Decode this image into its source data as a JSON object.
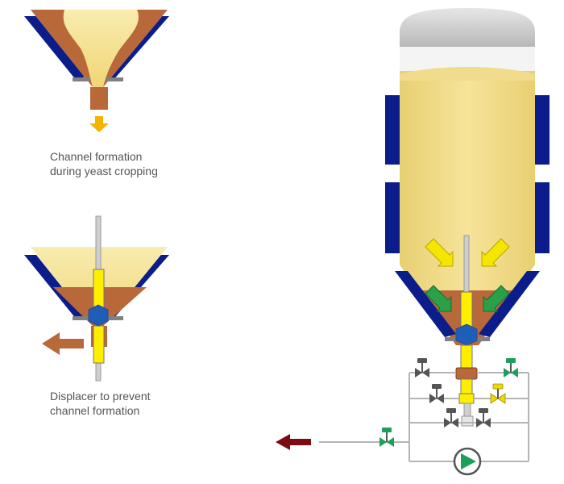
{
  "captions": {
    "top": {
      "line1": "Channel formation",
      "line2": "during yeast cropping"
    },
    "bottom": {
      "line1": "Displacer to prevent",
      "line2": "channel formation"
    }
  },
  "colors": {
    "beer": "#f2dc82",
    "beer_light": "#f8ecaf",
    "yeast": "#b9683a",
    "jacket": "#0a1d8a",
    "displacer": "#ffee00",
    "valve_body": "#1e5db8",
    "tank_top": "#c9c9c9",
    "pipe": "#b4b4b4",
    "valve_dark": "#555555",
    "valve_green": "#1aa05a",
    "valve_yellow": "#f2d800",
    "flow_arrow_yellow": "#f4e600",
    "flow_arrow_green": "#2aa148",
    "outlet_arrow_brown": "#b9683a",
    "outlet_arrow_red": "#7b0c12",
    "down_arrow": "#f5b400"
  },
  "icons": {
    "pump": "pump-icon",
    "valve": "butterfly-valve-icon",
    "arrow": "arrow-icon"
  }
}
